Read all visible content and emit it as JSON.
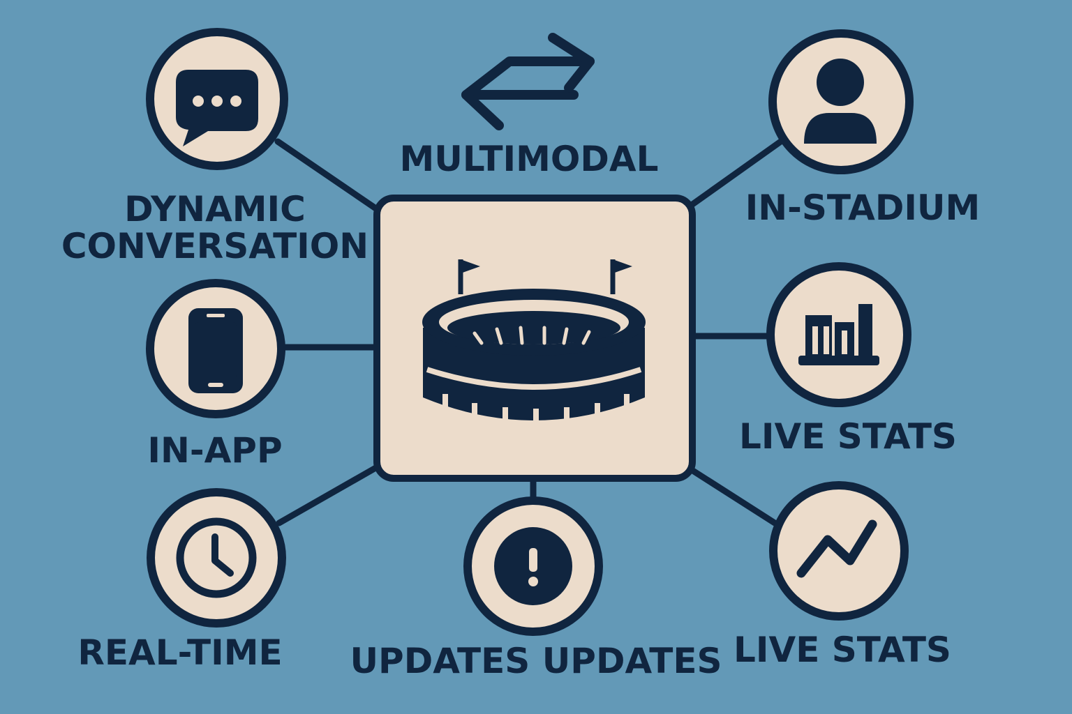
{
  "colors": {
    "background": "#6399b7",
    "navy": "#10253f",
    "cream": "#ecdccb"
  },
  "hub": {
    "icon": "stadium-icon"
  },
  "arrows": {
    "icon": "swap-arrows-icon"
  },
  "nodes": [
    {
      "id": "dynamic-conversation",
      "icon": "chat-bubble-icon",
      "label_lines": [
        "DYNAMIC",
        "CONVERSATION"
      ]
    },
    {
      "id": "in-app",
      "icon": "smartphone-icon",
      "label_lines": [
        "IN-APP"
      ]
    },
    {
      "id": "real-time",
      "icon": "clock-icon",
      "label_lines": [
        "REAL-TIME"
      ]
    },
    {
      "id": "updates",
      "icon": "alert-icon",
      "label_lines": [
        "UPDATES UPDATES"
      ]
    },
    {
      "id": "in-stadium",
      "icon": "user-icon",
      "label_lines": [
        "IN-STADIUM"
      ]
    },
    {
      "id": "live-stats-bars",
      "icon": "bar-chart-icon",
      "label_lines": [
        "LIVE STATS"
      ]
    },
    {
      "id": "live-stats-trend",
      "icon": "trend-line-icon",
      "label_lines": [
        "LIVE STATS"
      ]
    }
  ],
  "labels": {
    "multimodal": "MULTIMODAL"
  }
}
